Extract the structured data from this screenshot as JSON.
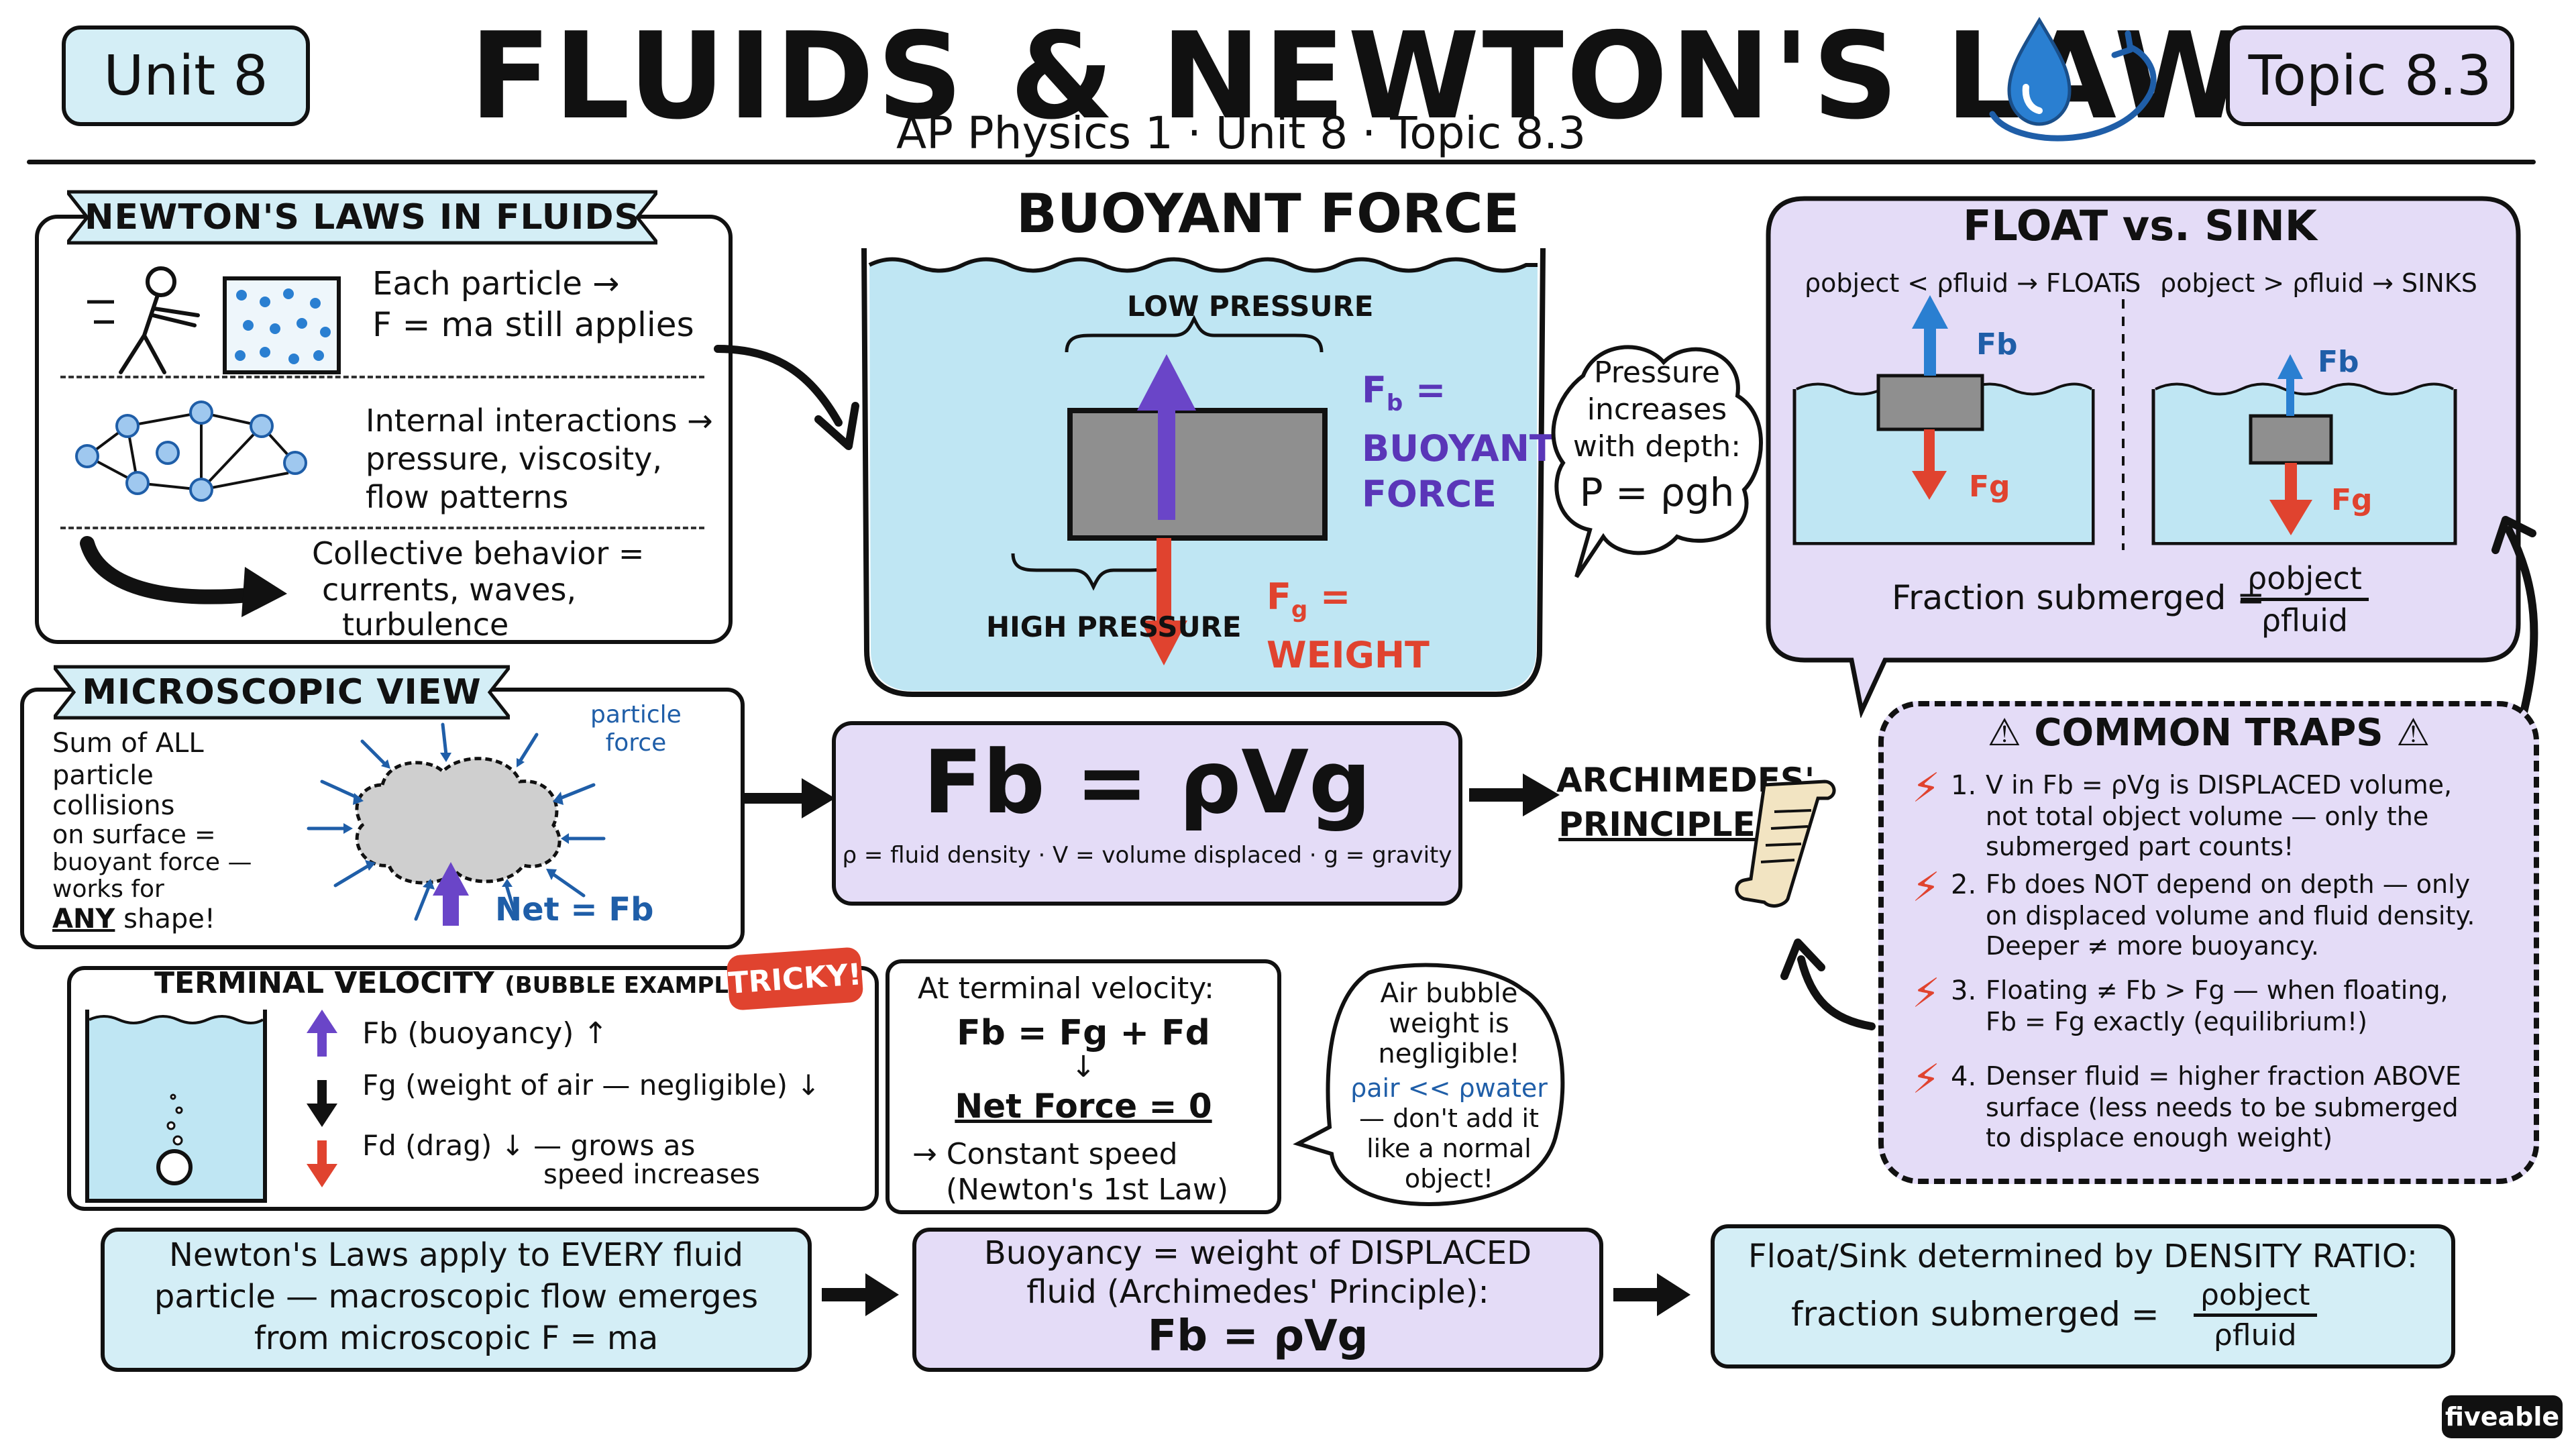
{
  "header": {
    "unit_tag": "Unit 8",
    "title": "FLUIDS & NEWTON'S LAWS",
    "subtitle": "AP Physics 1 · Unit 8 · Topic 8.3",
    "topic_tag": "Topic 8.3"
  },
  "newtons_laws": {
    "banner": "NEWTON'S LAWS IN FLUIDS",
    "row1_line1": "Each particle →",
    "row1_line2": "F = ma still applies",
    "row2_line1": "Internal interactions →",
    "row2_line2": "pressure, viscosity,",
    "row2_line3": "flow patterns",
    "row3_line1": "Collective behavior =",
    "row3_line2": "currents, waves,",
    "row3_line3": "turbulence"
  },
  "buoyant": {
    "title": "BUOYANT FORCE",
    "low_pressure": "LOW PRESSURE",
    "high_pressure": "HIGH PRESSURE",
    "fb_line1": "F",
    "fb_sub": "b",
    "fb_eq": "=",
    "fb_line2": "BUOYANT",
    "fb_line3": "FORCE",
    "fg_line1": "F",
    "fg_sub": "g",
    "fg_eq": "=",
    "fg_line2": "WEIGHT"
  },
  "pressure_bubble": {
    "line1": "Pressure",
    "line2": "increases",
    "line3": "with depth:",
    "line4": "P = ρgh"
  },
  "float_sink": {
    "title": "FLOAT vs. SINK",
    "left_cond": "ρobject < ρfluid → FLOATS",
    "right_cond": "ρobject > ρfluid → SINKS",
    "fb": "Fb",
    "fg": "Fg",
    "fraction_label": "Fraction submerged =",
    "num": "ρobject",
    "den": "ρfluid"
  },
  "microscopic": {
    "banner": "MICROSCOPIC VIEW",
    "text1": "Sum of ALL",
    "text2": "particle",
    "text3": "collisions",
    "text4": "on surface =",
    "text5": "buoyant force —",
    "text6": "works for",
    "text7_u": "ANY",
    "text7_rest": " shape!",
    "particle_force_1": "particle",
    "particle_force_2": "force",
    "net": "Net = Fb"
  },
  "formula": {
    "main": "Fb = ρVg",
    "legend": "ρ = fluid density · V = volume displaced · g = gravity"
  },
  "archimedes": {
    "line1": "ARCHIMEDES'",
    "line2": "PRINCIPLE"
  },
  "traps": {
    "title": "⚠ COMMON TRAPS ⚠",
    "items": [
      {
        "n": "1.",
        "l1": "V in Fb = ρVg is DISPLACED volume,",
        "l2": "not total object volume — only the",
        "l3": "submerged part counts!"
      },
      {
        "n": "2.",
        "l1": "Fb does NOT depend on depth — only",
        "l2": "on displaced volume and fluid density.",
        "l3": "Deeper ≠ more buoyancy."
      },
      {
        "n": "3.",
        "l1": "Floating ≠ Fb > Fg — when floating,",
        "l2": "Fb = Fg exactly (equilibrium!)",
        "l3": ""
      },
      {
        "n": "4.",
        "l1": "Denser fluid = higher fraction ABOVE",
        "l2": "surface (less needs to be submerged",
        "l3": "to displace enough weight)"
      }
    ]
  },
  "terminal": {
    "title": "TERMINAL VELOCITY",
    "title_small": "(BUBBLE EXAMPLE)",
    "tricky": "TRICKY!",
    "fb_line": "Fb (buoyancy) ↑",
    "fg_line": "Fg (weight of air — negligible) ↓",
    "fd_line1": "Fd (drag) ↓ — grows as",
    "fd_line2": "speed increases"
  },
  "terminal_eq": {
    "line1": "At terminal velocity:",
    "line2": "Fb = Fg + Fd",
    "line3": "Net Force = 0",
    "line4": "→ Constant speed",
    "line5": "(Newton's 1st Law)"
  },
  "air_bubble": {
    "line1": "Air bubble",
    "line2": "weight is",
    "line3": "negligible!",
    "line4": "ρair << ρwater",
    "line5": "— don't add it",
    "line6": "like a normal",
    "line7": "object!"
  },
  "summary": {
    "s1_l1": "Newton's Laws apply to EVERY fluid",
    "s1_l2": "particle — macroscopic flow emerges",
    "s1_l3": "from microscopic F = ma",
    "s2_l1": "Buoyancy = weight of DISPLACED",
    "s2_l2": "fluid (Archimedes' Principle):",
    "s2_l3": "Fb = ρVg",
    "s3_l1": "Float/Sink determined by DENSITY RATIO:",
    "s3_label": "fraction submerged =",
    "s3_num": "ρobject",
    "s3_den": "ρfluid"
  },
  "brand": "fiveable",
  "colors": {
    "lilac": "#e4dcf7",
    "cyan": "#d4eef6",
    "water": "#bfe6f3",
    "purple": "#5a36b8",
    "red": "#e0432f",
    "blue": "#1f5ea8"
  }
}
